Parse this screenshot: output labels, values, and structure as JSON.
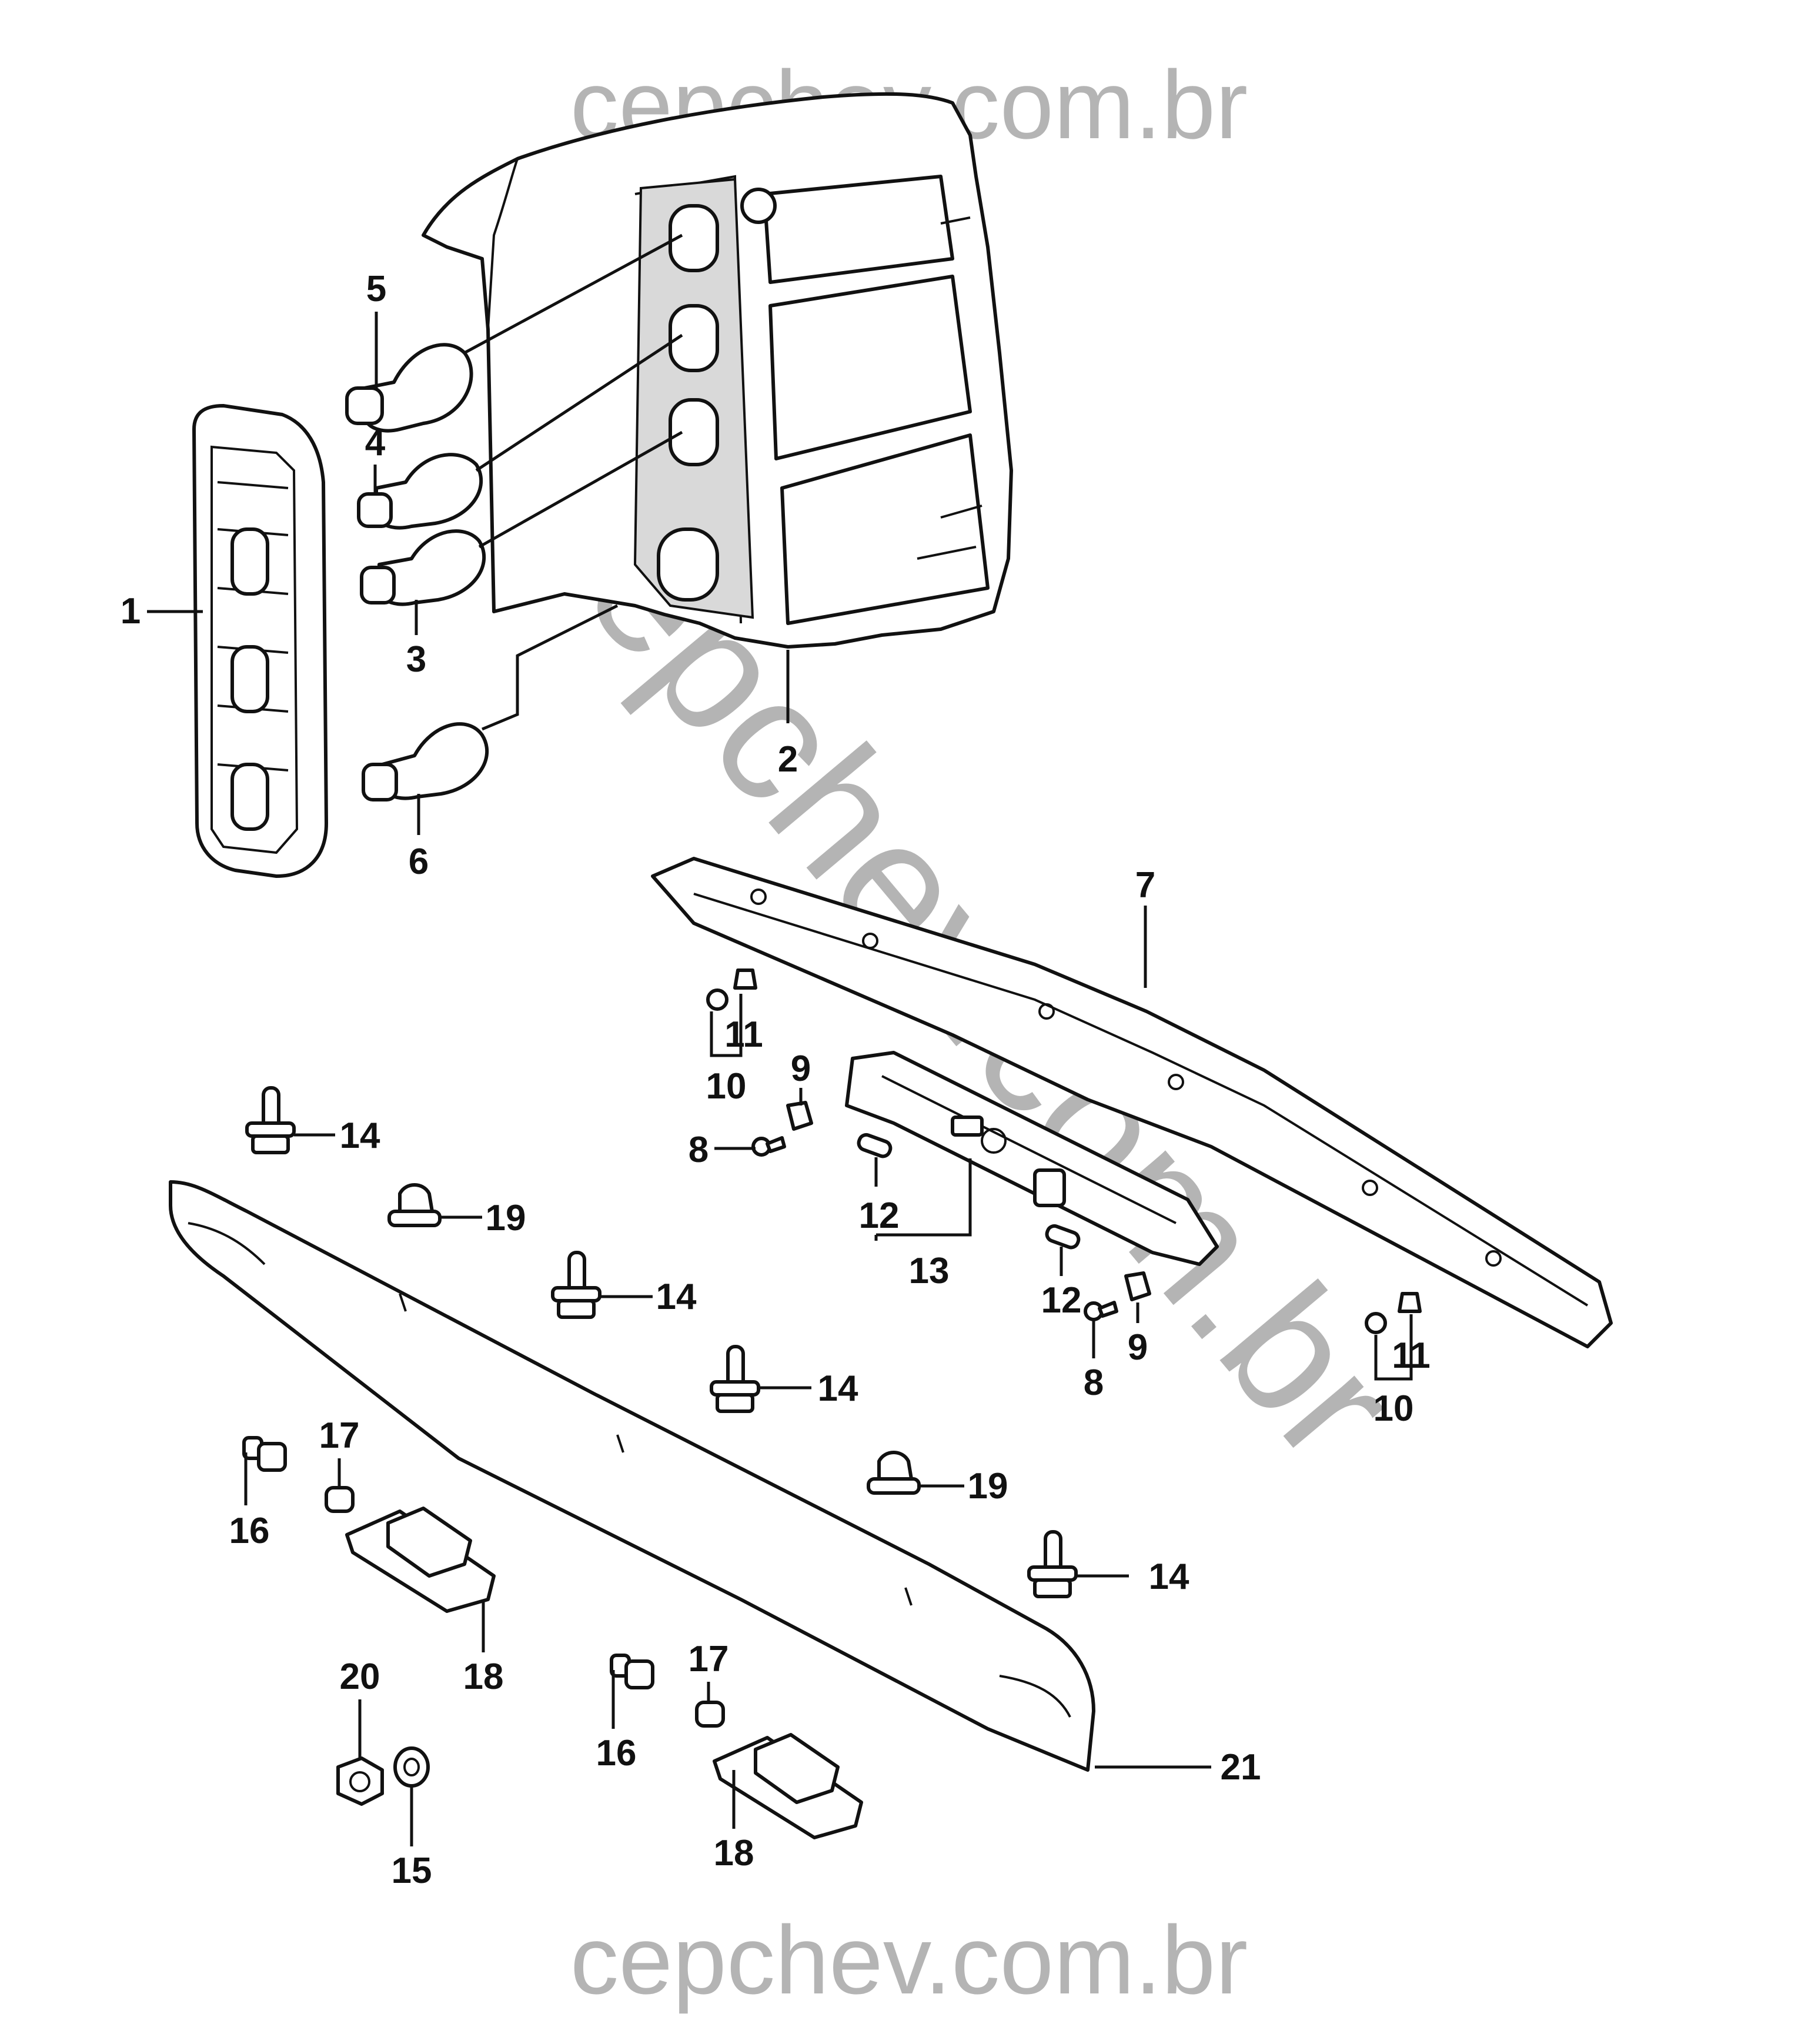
{
  "watermark": {
    "top": "cepchev.com.br",
    "diagonal": "cepchev.com.br",
    "bottom": "cepchev.com.br",
    "color": "#b4b4b4"
  },
  "callouts": [
    {
      "id": "c1",
      "label": "1"
    },
    {
      "id": "c2",
      "label": "2"
    },
    {
      "id": "c3",
      "label": "3"
    },
    {
      "id": "c4",
      "label": "4"
    },
    {
      "id": "c5",
      "label": "5"
    },
    {
      "id": "c6",
      "label": "6"
    },
    {
      "id": "c7",
      "label": "7"
    },
    {
      "id": "c8a",
      "label": "8"
    },
    {
      "id": "c8b",
      "label": "8"
    },
    {
      "id": "c9a",
      "label": "9"
    },
    {
      "id": "c9b",
      "label": "9"
    },
    {
      "id": "c10a",
      "label": "10"
    },
    {
      "id": "c10b",
      "label": "10"
    },
    {
      "id": "c11a",
      "label": "11"
    },
    {
      "id": "c11b",
      "label": "11"
    },
    {
      "id": "c12a",
      "label": "12"
    },
    {
      "id": "c12b",
      "label": "12"
    },
    {
      "id": "c13",
      "label": "13"
    },
    {
      "id": "c14a",
      "label": "14"
    },
    {
      "id": "c14b",
      "label": "14"
    },
    {
      "id": "c14c",
      "label": "14"
    },
    {
      "id": "c14d",
      "label": "14"
    },
    {
      "id": "c15",
      "label": "15"
    },
    {
      "id": "c16a",
      "label": "16"
    },
    {
      "id": "c16b",
      "label": "16"
    },
    {
      "id": "c17a",
      "label": "17"
    },
    {
      "id": "c17b",
      "label": "17"
    },
    {
      "id": "c18a",
      "label": "18"
    },
    {
      "id": "c18b",
      "label": "18"
    },
    {
      "id": "c19a",
      "label": "19"
    },
    {
      "id": "c19b",
      "label": "19"
    },
    {
      "id": "c20",
      "label": "20"
    },
    {
      "id": "c21",
      "label": "21"
    }
  ]
}
